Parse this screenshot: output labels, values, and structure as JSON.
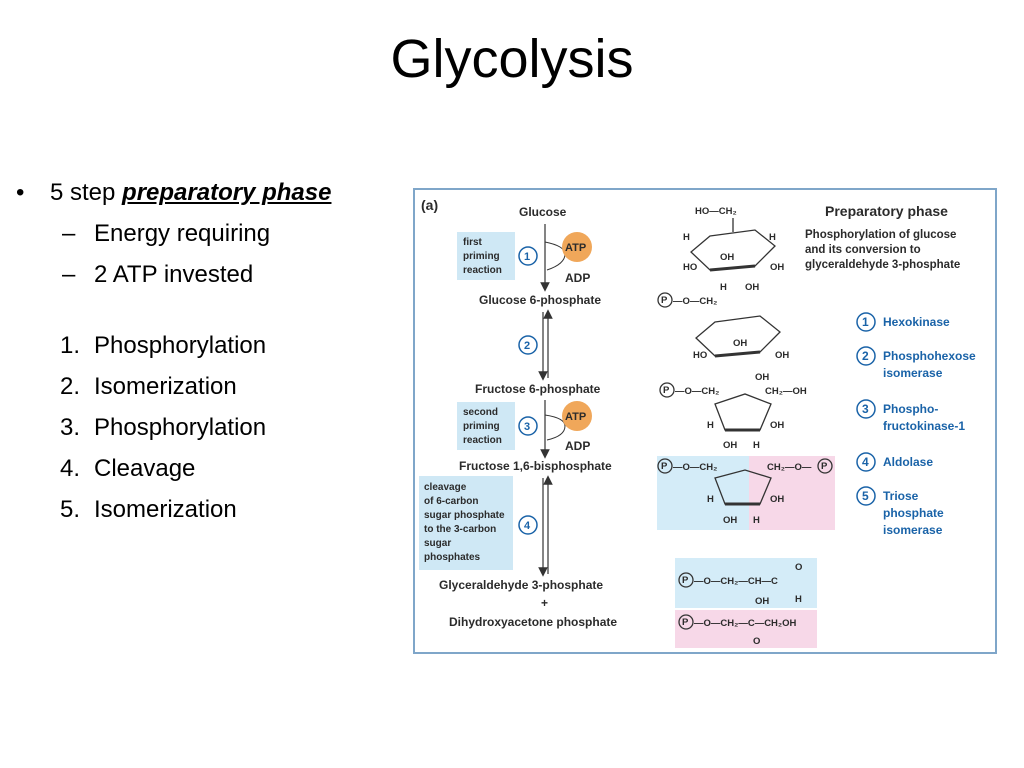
{
  "slide": {
    "title": "Glycolysis",
    "main_bullet_prefix": "5 step ",
    "main_bullet_emphasis": "preparatory phase",
    "sub_bullets": [
      "Energy requiring",
      "2 ATP invested"
    ],
    "steps": [
      {
        "num": "1.",
        "label": "Phosphorylation"
      },
      {
        "num": "2.",
        "label": "Isomerization"
      },
      {
        "num": "3.",
        "label": "Phosphorylation"
      },
      {
        "num": "4.",
        "label": "Cleavage"
      },
      {
        "num": "5.",
        "label": "Isomerization"
      }
    ]
  },
  "figure": {
    "panel_label": "(a)",
    "heading": "Preparatory phase",
    "description": [
      "Phosphorylation of glucose",
      "and its conversion to",
      "glyceraldehyde 3-phosphate"
    ],
    "compounds": {
      "glucose": "Glucose",
      "g6p": "Glucose 6-phosphate",
      "f6p": "Fructose 6-phosphate",
      "f16bp": "Fructose 1,6-bisphosphate",
      "g3p": "Glyceraldehyde 3-phosphate",
      "plus": "+",
      "dhap": "Dihydroxyacetone phosphate"
    },
    "notes": {
      "first": [
        "first",
        "priming",
        "reaction"
      ],
      "second": [
        "second",
        "priming",
        "reaction"
      ],
      "cleavage": [
        "cleavage",
        "of 6-carbon",
        "sugar phosphate",
        "to the 3-carbon",
        "sugar",
        "phosphates"
      ]
    },
    "step_numbers": [
      "1",
      "2",
      "3",
      "4",
      "5"
    ],
    "atp": "ATP",
    "adp": "ADP",
    "enzymes": [
      {
        "num": "1",
        "lines": [
          "Hexokinase"
        ]
      },
      {
        "num": "2",
        "lines": [
          "Phosphohexose",
          "isomerase"
        ]
      },
      {
        "num": "3",
        "lines": [
          "Phospho-",
          "fructokinase-1"
        ]
      },
      {
        "num": "4",
        "lines": [
          "Aldolase"
        ]
      },
      {
        "num": "5",
        "lines": [
          "Triose",
          "phosphate",
          "isomerase"
        ]
      }
    ],
    "colors": {
      "border": "#7fa6c9",
      "note_fill": "#cfe8f5",
      "atp_fill": "#f0a75a",
      "enzyme_text": "#1a63a8",
      "pink": "#f7d8e8",
      "light_blue": "#d4ecf8"
    }
  }
}
